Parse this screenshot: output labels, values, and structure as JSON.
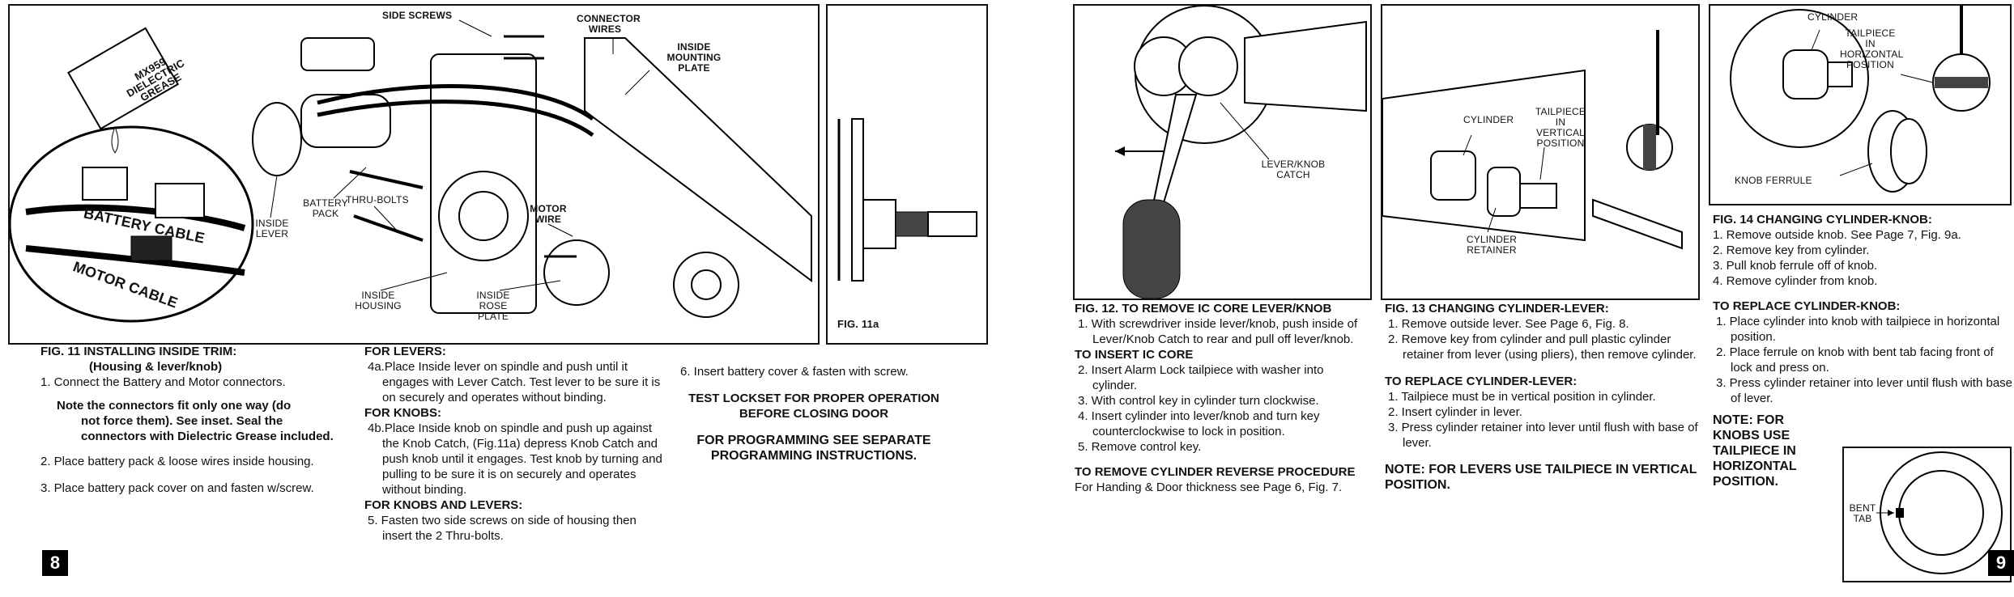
{
  "left_page": {
    "fig11": {
      "labels": {
        "side_screws": "SIDE SCREWS",
        "connector_wires": "CONNECTOR WIRES",
        "inside_mounting_plate": "INSIDE MOUNTING PLATE",
        "grease_packet": "MX959 DIELECTRIC GREASE",
        "battery_cable": "BATTERY CABLE",
        "motor_cable": "MOTOR CABLE",
        "inside_lever": "INSIDE LEVER",
        "battery_pack": "BATTERY PACK",
        "thru_bolts": "THRU-BOLTS",
        "motor_wire": "MOTOR WIRE",
        "inside_housing": "INSIDE HOUSING",
        "inside_rose_plate": "INSIDE ROSE PLATE"
      }
    },
    "fig11a_label": "FIG. 11a",
    "col1": {
      "title1": "FIG. 11 INSTALLING INSIDE TRIM:",
      "title2": "(Housing & lever/knob)",
      "step1": "1. Connect the Battery and Motor connectors.",
      "note1": "Note the connectors fit only one way (do",
      "note2": "not force them). See inset. Seal the",
      "note3": "connectors with Dielectric Grease included.",
      "step2": "2. Place battery pack & loose wires inside housing.",
      "step3": "3. Place battery pack cover on and fasten w/screw."
    },
    "col2": {
      "for_levers": "FOR LEVERS:",
      "step4a": "4a.Place Inside lever on spindle and push until it engages with Lever Catch. Test lever to be sure it is on securely and operates without binding.",
      "for_knobs": "FOR KNOBS:",
      "step4b": "4b.Place Inside knob on spindle and push up against the Knob Catch, (Fig.11a) depress Knob Catch and push knob until it engages. Test knob by turning and pulling to be sure it is on securely and operates without binding.",
      "for_knobs_levers": "FOR KNOBS AND LEVERS:",
      "step5": "5. Fasten two side screws on side of housing then insert the 2 Thru-bolts."
    },
    "col3": {
      "step6": "6. Insert battery cover & fasten with screw.",
      "test1": "TEST LOCKSET FOR PROPER OPERATION",
      "test2": "BEFORE CLOSING DOOR",
      "prog1": "FOR PROGRAMMING SEE SEPARATE",
      "prog2": "PROGRAMMING INSTRUCTIONS."
    },
    "page_number": "8"
  },
  "right_page": {
    "fig12": {
      "label_catch": "LEVER/KNOB CATCH",
      "title": "FIG. 12. TO REMOVE IC CORE LEVER/KNOB",
      "step1": "1. With screwdriver inside lever/knob, push inside of Lever/Knob Catch to rear and pull off lever/knob.",
      "insert_title": "TO INSERT IC CORE",
      "step2": "2. Insert Alarm Lock tailpiece with washer into cylinder.",
      "step3": "3. With control key in cylinder turn clockwise.",
      "step4": "4. Insert cylinder into lever/knob and turn key counterclockwise to lock in position.",
      "step5": "5. Remove control key.",
      "reverse_title": "TO REMOVE CYLINDER REVERSE PROCEDURE",
      "reverse_text": "For Handing & Door thickness see Page 6, Fig. 7."
    },
    "fig13": {
      "label_cylinder": "CYLINDER",
      "label_tailpiece": "TAILPIECE IN VERTICAL POSITION",
      "label_retainer": "CYLINDER RETAINER",
      "title": "FIG. 13  CHANGING CYLINDER-LEVER:",
      "step1": "1. Remove outside lever. See Page 6, Fig. 8.",
      "step2": "2. Remove key from cylinder and pull plastic cylinder retainer from lever (using pliers), then remove cylinder.",
      "replace_title": "TO REPLACE CYLINDER-LEVER:",
      "r1": "1. Tailpiece must be in vertical position in cylinder.",
      "r2": "2. Insert cylinder in lever.",
      "r3": "3. Press cylinder retainer into lever until flush with base of lever.",
      "note": "NOTE: FOR LEVERS USE TAILPIECE IN VERTICAL POSITION."
    },
    "fig14": {
      "label_cylinder": "CYLINDER",
      "label_tailpiece": "TAILPIECE IN HORIZONTAL POSITION",
      "label_ferrule": "KNOB FERRULE",
      "title": "FIG. 14  CHANGING CYLINDER-KNOB:",
      "step1": "1. Remove outside knob. See Page  7, Fig. 9a.",
      "step2": "2. Remove key from cylinder.",
      "step3": "3. Pull knob ferrule off of knob.",
      "step4": "4. Remove cylinder from knob.",
      "replace_title": "TO REPLACE CYLINDER-KNOB:",
      "r1": "1. Place cylinder into knob with tailpiece in horizontal position.",
      "r2": "2. Place ferrule on knob with bent tab facing front of lock and press on.",
      "r3": "3. Press cylinder retainer into lever until flush with base of lever.",
      "note": "NOTE: FOR KNOBS USE TAILPIECE IN HORIZONTAL POSITION.",
      "bent_tab": "BENT TAB"
    },
    "page_number": "9"
  }
}
